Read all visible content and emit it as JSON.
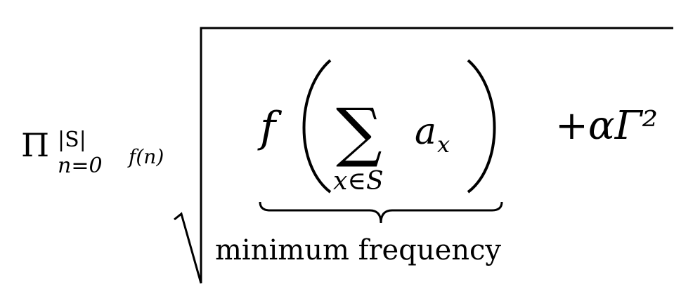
{
  "formula": {
    "root_index": {
      "product_symbol": "Π",
      "upper_limit": "|S|",
      "lower_limit": "n=0",
      "term": "f(n)"
    },
    "radicand": {
      "function_name": "f",
      "sum_symbol": "∑",
      "summand": "a",
      "summand_subscript": "x",
      "sum_subscript": "x∈S",
      "underbrace_label": "minimum frequency",
      "added_term": "+αΓ²"
    }
  }
}
